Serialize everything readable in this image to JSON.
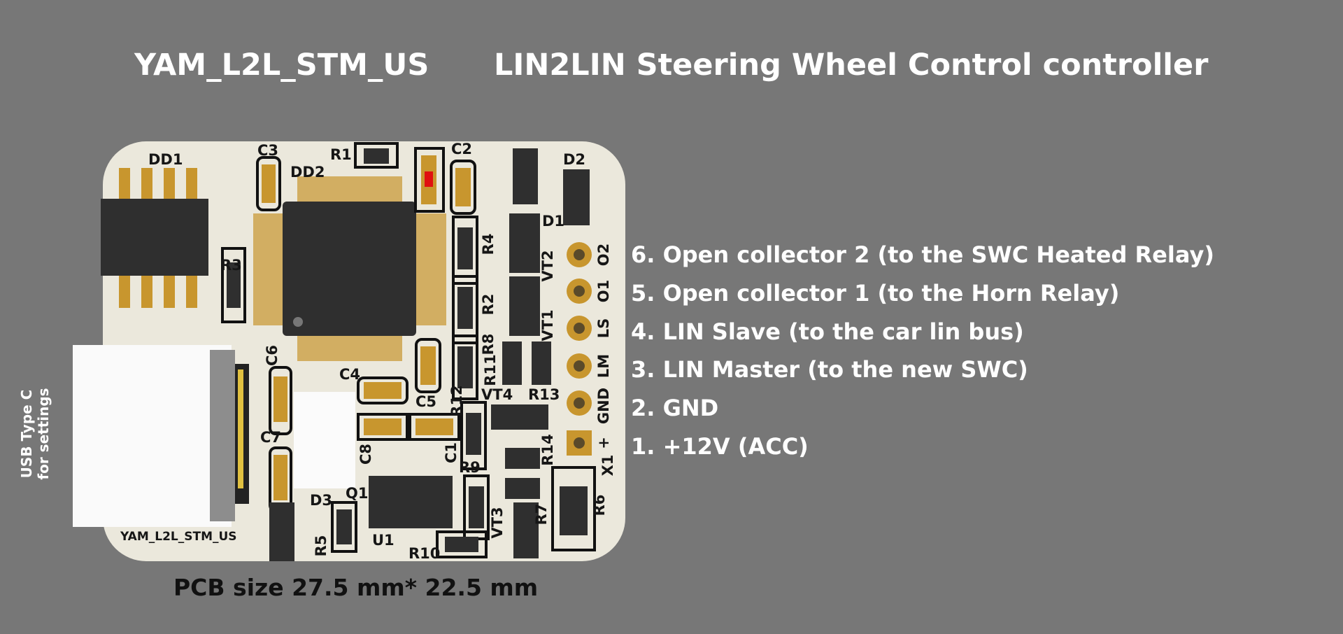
{
  "header": {
    "model": "YAM_L2L_STM_US",
    "description": "LIN2LIN Steering Wheel Control controller"
  },
  "pinout": [
    "6. Open collector 2 (to the SWC Heated Relay)",
    "5. Open collector 1 (to the Horn Relay)",
    "4. LIN Slave (to the car lin bus)",
    "3. LIN Master (to the new SWC)",
    "2. GND",
    "1. +12V (ACC)"
  ],
  "usb_label": [
    "USB Type C",
    "for settings"
  ],
  "pcb_size": "PCB size 27.5 mm* 22.5 mm",
  "board": {
    "silk": {
      "dd1": "DD1",
      "c3": "C3",
      "r1": "R1",
      "c2": "C2",
      "d2": "D2",
      "dd2": "DD2",
      "d1": "D1",
      "r3": "R3",
      "r4": "R4",
      "vt2": "VT2",
      "r2": "R2",
      "vt1": "VT1",
      "r8": "R8",
      "r11": "R11",
      "c6": "C6",
      "c4": "C4",
      "c5": "C5",
      "r12": "R12",
      "vt4": "VT4",
      "r13": "R13",
      "c7": "C7",
      "c8": "C8",
      "c1": "C1",
      "r9": "R9",
      "r14": "R14",
      "q1": "Q1",
      "d3": "D3",
      "r7": "R7",
      "r6": "R6",
      "u1": "U1",
      "r5": "R5",
      "r10": "R10",
      "vt3": "VT3",
      "x1": "X1",
      "board_name": "YAM_L2L_STM_US"
    },
    "connector_pins": [
      "O2",
      "O1",
      "LS",
      "LM",
      "GND",
      "+"
    ],
    "colors": {
      "board": "#ebe8dc",
      "pad": "#c8962e",
      "chip": "#2f2f2f",
      "led": "#e01010",
      "background": "#777777"
    }
  }
}
